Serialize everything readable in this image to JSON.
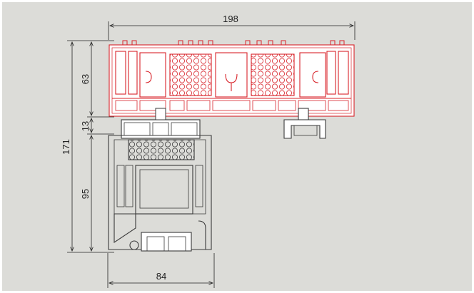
{
  "dimensions": {
    "top_width": "198",
    "bottom_width": "84",
    "upper_height": "63",
    "gap_height": "13",
    "total_height": "171",
    "lower_height": "95"
  },
  "colors": {
    "background": "#dcdcd8",
    "profile_red": "#d8232a",
    "profile_gray": "#3a3a3a",
    "profile_fill": "#ffffff",
    "dimension_line": "#222222"
  }
}
